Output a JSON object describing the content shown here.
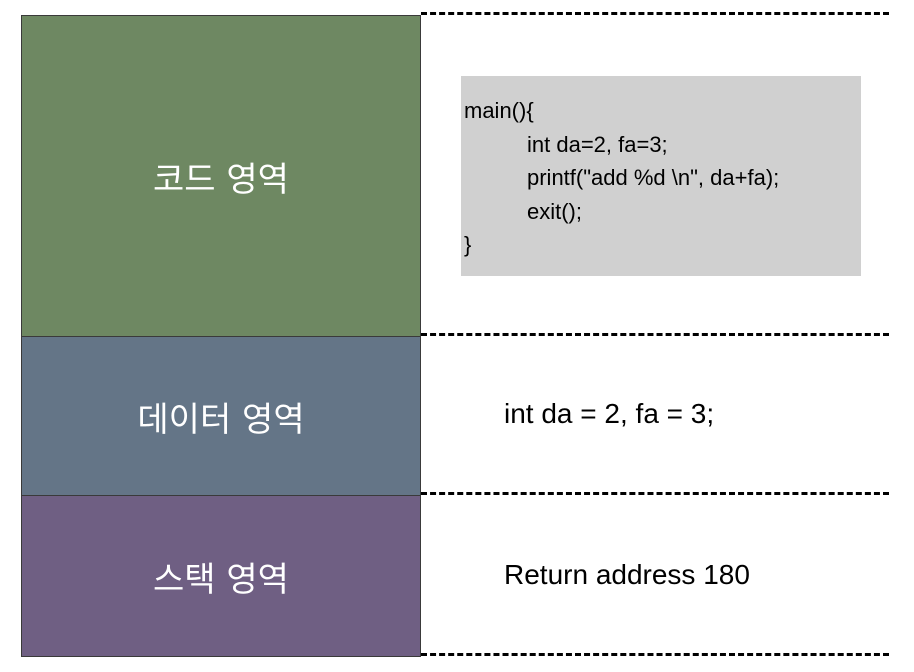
{
  "colors": {
    "code_segment": "#6e8862",
    "data_segment": "#647587",
    "stack_segment": "#6f5f83",
    "code_box": "#d0d0d0"
  },
  "segments": [
    {
      "label": "코드 영역"
    },
    {
      "label": "데이터 영역"
    },
    {
      "label": "스택 영역"
    }
  ],
  "code": {
    "lines": [
      "main(){",
      "int da=2, fa=3;",
      "printf(\"add %d \\n\", da+fa);",
      "exit();",
      "}"
    ]
  },
  "data_text": "int da = 2, fa = 3;",
  "stack_text": "Return address 180"
}
